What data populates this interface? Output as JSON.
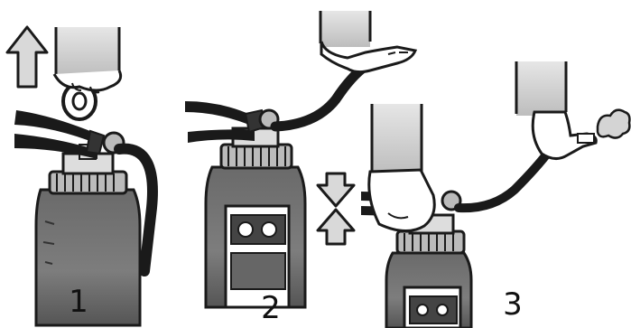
{
  "steps": [
    {
      "number": "1"
    },
    {
      "number": "2"
    },
    {
      "number": "3"
    }
  ],
  "colors": {
    "ink": "#1a1a1a",
    "gray": "#6e6e6e",
    "light_gray": "#bdbdbd",
    "sleeve": "#d4d4d4",
    "paper": "#ffffff"
  },
  "icons": [
    "up-arrow-icon",
    "squeeze-arrows-icon",
    "spray-puff-icon"
  ]
}
